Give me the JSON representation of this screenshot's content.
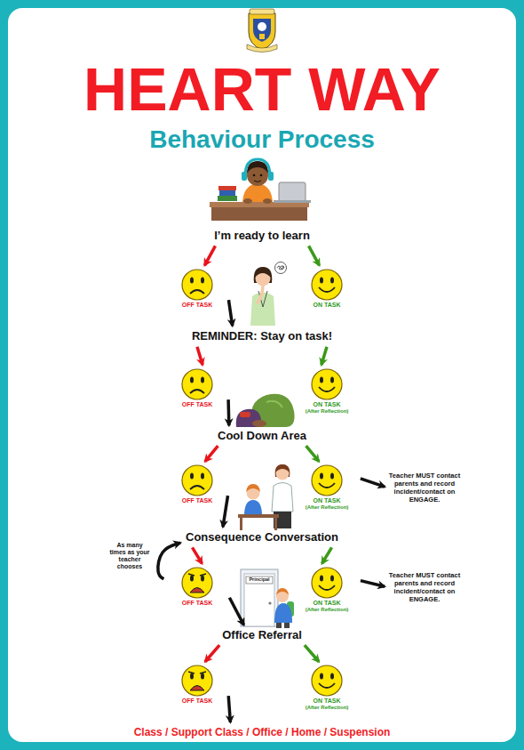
{
  "diagram": {
    "title": "HEART WAY",
    "nodes": [
      {
        "text": [
          "I’m ready to learn"
        ]
      },
      {
        "text": [
          "OFF TASK"
        ]
      },
      {
        "text": [
          "ON TASK"
        ]
      },
      {
        "text": [
          "REMINDER: Stay on task!"
        ]
      },
      {
        "text": [
          "OFF TASK"
        ]
      },
      {
        "text": [
          "ON TASK",
          "(After Reflection)"
        ]
      },
      {
        "text": [
          "Cool Down Area"
        ]
      },
      {
        "text": [
          "OFF TASK"
        ]
      },
      {
        "text": [
          "ON TASK",
          "(After Reflection)"
        ]
      },
      {
        "text": [
          "Teacher MUST contact parents and record incident/contact on ENGAGE."
        ]
      },
      {
        "text": [
          "Consequence Conversation"
        ]
      },
      {
        "text": [
          "OFF TASK"
        ]
      },
      {
        "text": [
          "ON TASK",
          "(After Reflection)"
        ]
      },
      {
        "text": [
          "Teacher MUST contact parents and record incident/contact on ENGAGE."
        ]
      },
      {
        "text": [
          "Office Referral"
        ]
      },
      {
        "text": [
          "OFF TASK"
        ]
      },
      {
        "text": [
          "ON TASK",
          "(After Reflection)"
        ]
      },
      {
        "text": [
          "Class / Support Class / Office / Home / Suspension"
        ]
      }
    ],
    "edges": [
      {
        "from": 0,
        "to": 1,
        "arrow": "to"
      },
      {
        "from": 0,
        "to": 2,
        "arrow": "to"
      },
      {
        "from": 1,
        "to": 3,
        "arrow": "to"
      },
      {
        "from": 3,
        "to": 4,
        "arrow": "to"
      },
      {
        "from": 3,
        "to": 5,
        "arrow": "to"
      },
      {
        "from": 4,
        "to": 6,
        "arrow": "to"
      },
      {
        "from": 6,
        "to": 7,
        "arrow": "to"
      },
      {
        "from": 6,
        "to": 8,
        "arrow": "to"
      },
      {
        "from": 7,
        "to": 10,
        "arrow": "to"
      },
      {
        "from": 8,
        "to": 9,
        "arrow": "to"
      },
      {
        "from": 10,
        "to": 11,
        "arrow": "to"
      },
      {
        "from": 10,
        "to": 12,
        "arrow": "to"
      },
      {
        "from": 11,
        "to": 14,
        "arrow": "to"
      },
      {
        "from": 12,
        "to": 13,
        "arrow": "to"
      },
      {
        "from": 14,
        "to": 15,
        "arrow": "to"
      },
      {
        "from": 14,
        "to": 16,
        "arrow": "to"
      },
      {
        "from": 15,
        "to": 17,
        "arrow": "to"
      },
      {
        "from": 11,
        "to": 10,
        "label": "As many times as your teacher chooses",
        "arrow": "to"
      }
    ],
    "labels": [
      "Behaviour Process",
      "Principal"
    ]
  }
}
